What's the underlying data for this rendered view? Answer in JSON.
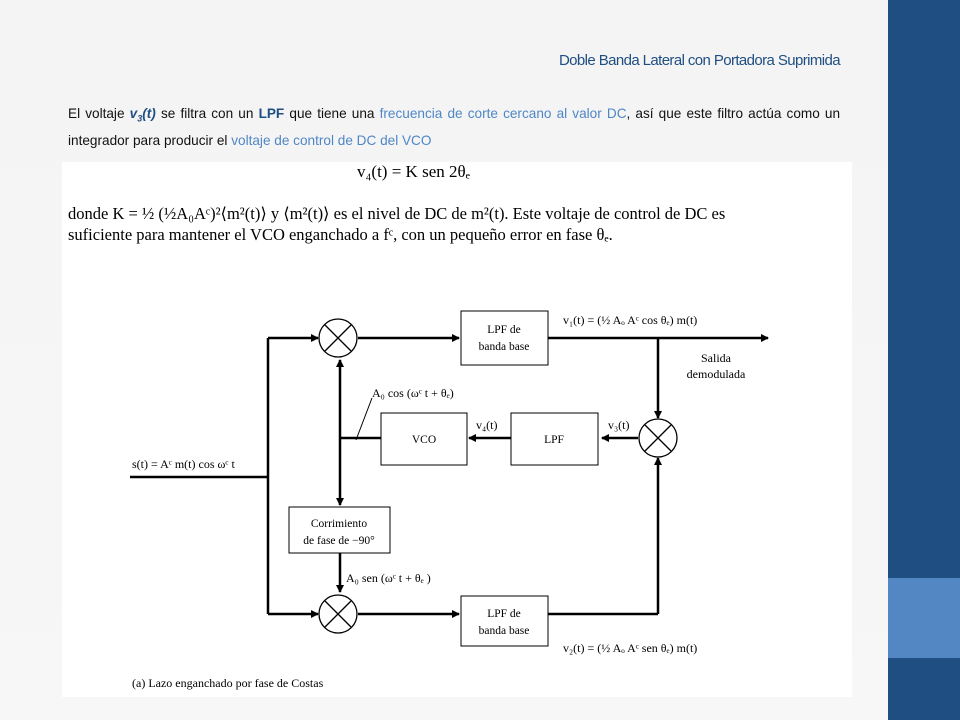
{
  "title": "Doble Banda Lateral con Portadora Suprimida",
  "paragraph": {
    "p1": "El voltaje ",
    "v3": "v",
    "v3_sub": "3",
    "v3_tail": "(t)",
    "p2": " se filtra con un ",
    "lpf": "LPF",
    "p3": " que tiene una ",
    "freq": "frecuencia de corte cercano al valor DC",
    "p4": ", así que este filtro actúa como un integrador para producir el ",
    "volt": "voltaje de control de DC del VCO"
  },
  "equation": "v₄(t) = K sen 2θₑ",
  "definition": {
    "line1": "donde K = ½ (½A₀Aᶜ)²⟨m²(t)⟩ y ⟨m²(t)⟩ es el nivel de DC de m²(t). Este voltaje de control de DC es",
    "line2": "suficiente para mantener el VCO enganchado a fᶜ, con un pequeño error en fase θₑ."
  },
  "diagram": {
    "input": "s(t) = Aᶜ m(t) cos ωᶜ t",
    "lpf_top_1": "LPF de",
    "lpf_top_2": "banda base",
    "lpf_bot_1": "LPF de",
    "lpf_bot_2": "banda base",
    "vco": "VCO",
    "lpf_mid": "LPF",
    "shift_1": "Corrimiento",
    "shift_2": "de fase de −90°",
    "v1": "v₁(t) = (½ Aₒ Aᶜ cos θₑ) m(t)",
    "v2": "v₂(t) = (½ Aₒ Aᶜ sen θₑ) m(t)",
    "v3": "v₃(t)",
    "v4": "v₄(t)",
    "cos_label": "A₀ cos (ωᶜ t + θₑ)",
    "sen_label": "A₀ sen (ωᶜ t + θₑ )",
    "out_1": "Salida",
    "out_2": "demodulada",
    "caption": "(a) Lazo enganchado por fase de Costas"
  },
  "colors": {
    "bar": "#1f4e82",
    "accent": "#5287c4",
    "highlight": "#4f86c6"
  }
}
